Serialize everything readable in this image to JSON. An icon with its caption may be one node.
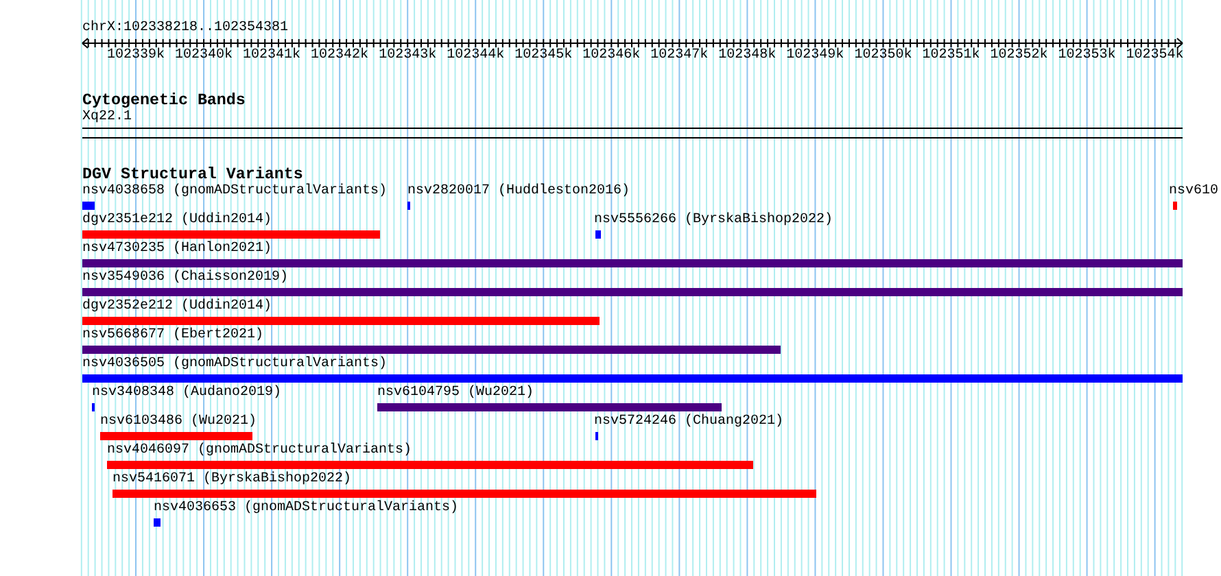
{
  "diagram": {
    "nodes": [
      {
        "text": [
          "nsv4038658 (gnomADStructuralVariants)"
        ]
      },
      {
        "text": [
          "nsv2820017 (Huddleston2016)"
        ]
      },
      {
        "text": [
          "nsv610"
        ]
      },
      {
        "text": [
          "dgv2351e212 (Uddin2014)"
        ]
      },
      {
        "text": [
          "nsv5556266 (ByrskaBishop2022)"
        ]
      },
      {
        "text": [
          "nsv4730235 (Hanlon2021)"
        ]
      },
      {
        "text": [
          "nsv3549036 (Chaisson2019)"
        ]
      },
      {
        "text": [
          "dgv2352e212 (Uddin2014)"
        ]
      },
      {
        "text": [
          "nsv5668677 (Ebert2021)"
        ]
      },
      {
        "text": [
          "nsv4036505 (gnomADStructuralVariants)"
        ]
      },
      {
        "text": [
          "nsv3408348 (Audano2019)"
        ]
      },
      {
        "text": [
          "nsv6104795 (Wu2021)"
        ]
      },
      {
        "text": [
          "nsv6103486 (Wu2021)"
        ]
      },
      {
        "text": [
          "nsv5724246 (Chuang2021)"
        ]
      },
      {
        "text": [
          "nsv4046097 (gnomADStructuralVariants)"
        ]
      },
      {
        "text": [
          "nsv5416071 (ByrskaBishop2022)"
        ]
      },
      {
        "text": [
          "nsv4036653 (gnomADStructuralVariants)"
        ]
      }
    ],
    "labels": [
      "chrX:102338218..102354381",
      "102339k",
      "102340k",
      "102341k",
      "102342k",
      "102343k",
      "102344k",
      "102345k",
      "102346k",
      "102347k",
      "102348k",
      "102349k",
      "102350k",
      "102351k",
      "102352k",
      "102353k",
      "102354k",
      "Cytogenetic Bands",
      "Xq22.1",
      "DGV Structural Variants"
    ]
  }
}
